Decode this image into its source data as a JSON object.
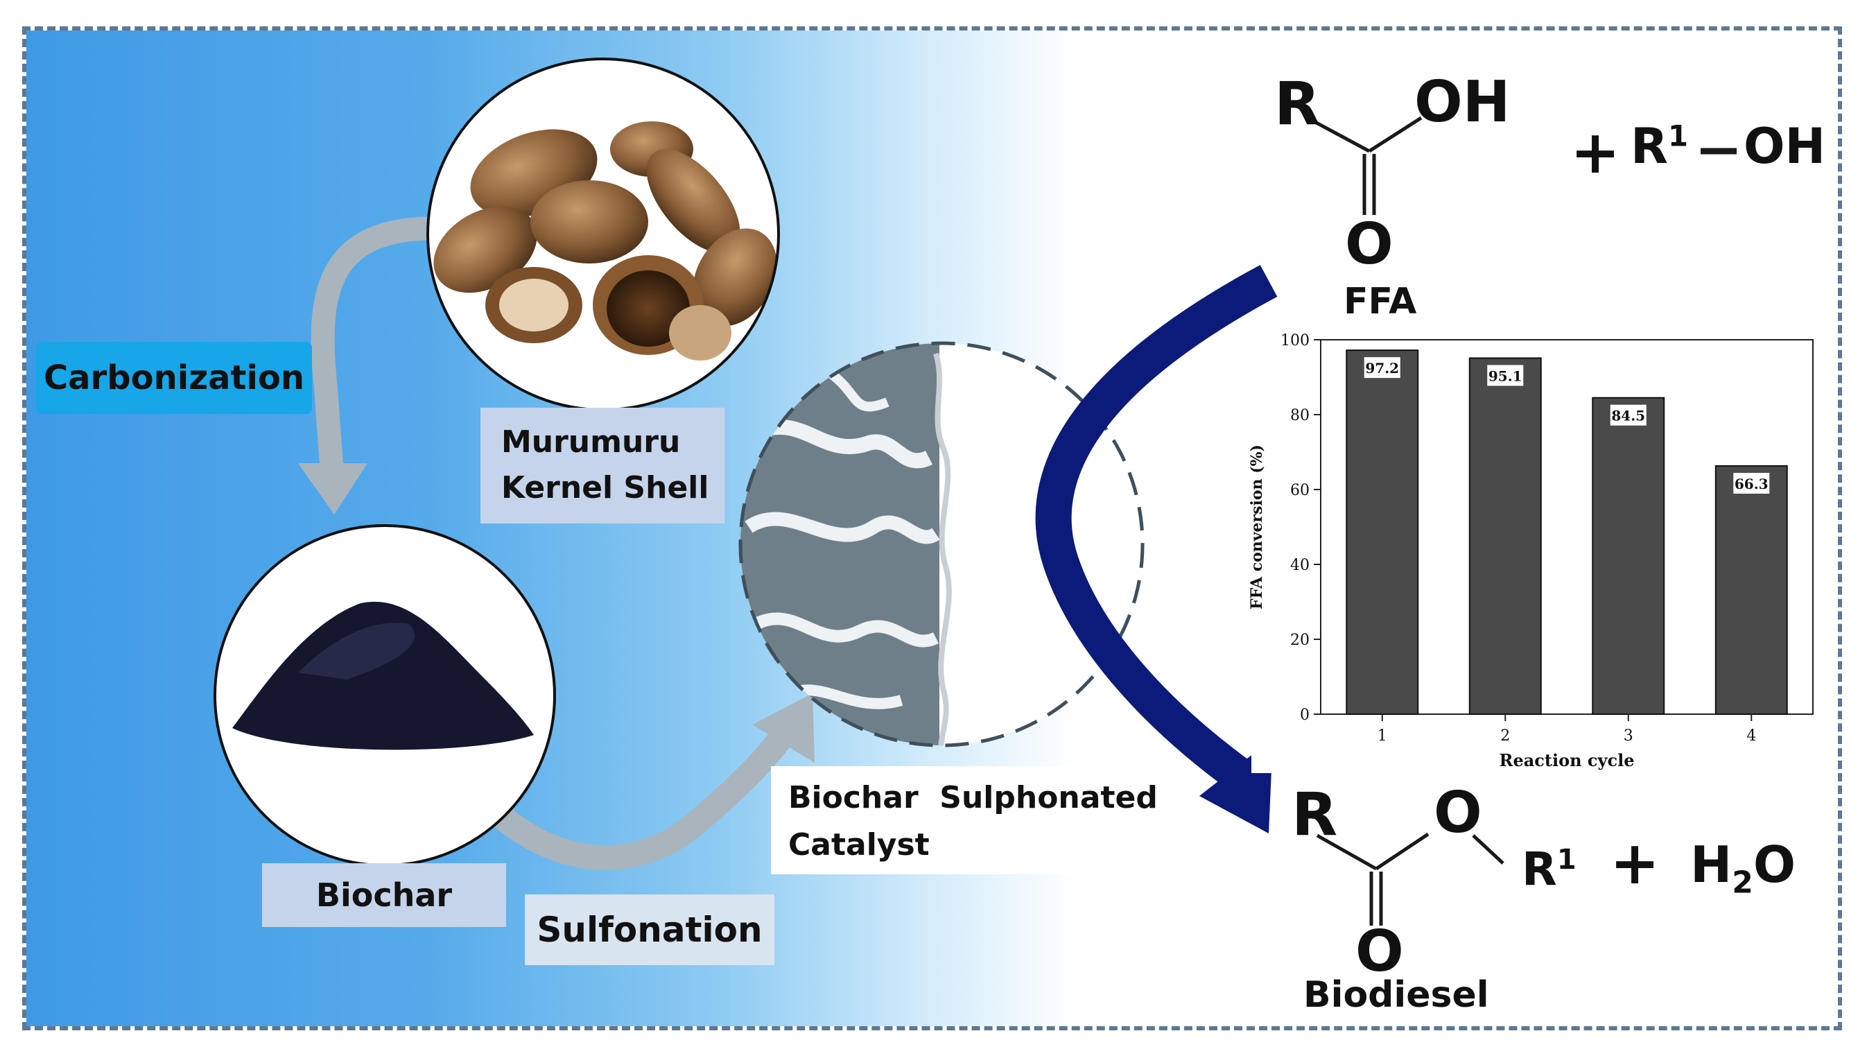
{
  "labels": {
    "carbonization": "Carbonization",
    "murumuru_line1": "Murumuru",
    "murumuru_line2": "Kernel Shell",
    "biochar": "Biochar",
    "sulfonation": "Sulfonation",
    "catalyst_line1": "Biochar  Sulphonated",
    "catalyst_line2": "Catalyst",
    "ffa": "FFA",
    "biodiesel": "Biodiesel"
  },
  "reaction": {
    "acid_r": "R",
    "acid_oh": "OH",
    "acid_o": "O",
    "plus1": "+",
    "alcohol_r": "R",
    "alcohol_sup": "1",
    "alcohol_oh": "OH",
    "ester_r": "R",
    "ester_o_single": "O",
    "ester_r1": "R",
    "ester_r1_sup": "1",
    "ester_o_double": "O",
    "plus2": "+",
    "water_h": "H",
    "water_sub": "2",
    "water_o": "O"
  },
  "colors": {
    "arrow_gray": "#a9b4bd",
    "big_arrow_navy": "#0c1a7a",
    "bar_fill": "#4a4a4a",
    "label_box_light": "#c5d4ea",
    "label_box_blue": "#17a6e8"
  },
  "chart_data": {
    "type": "bar",
    "categories": [
      "1",
      "2",
      "3",
      "4"
    ],
    "values": [
      97.2,
      95.1,
      84.5,
      66.3
    ],
    "data_labels": [
      "97.2",
      "95.1",
      "84.5",
      "66.3"
    ],
    "xlabel": "Reaction cycle",
    "ylabel": "FFA conversion (%)",
    "ylim": [
      0,
      100
    ],
    "yticks": [
      "0",
      "20",
      "40",
      "60",
      "80",
      "100"
    ],
    "grid": false
  }
}
